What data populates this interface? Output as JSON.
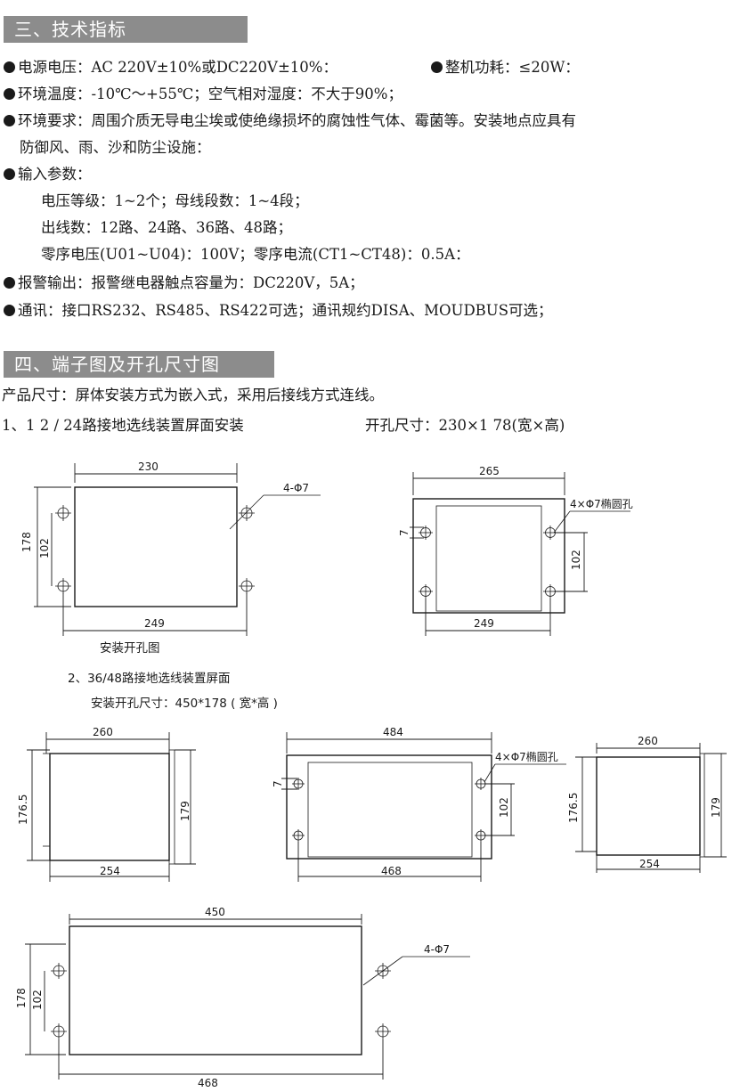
{
  "section3": {
    "title": "三、技术指标",
    "lines": [
      {
        "bullet": true,
        "text": "电源电压：AC 220V±10%或DC220V±10%：",
        "text2": "整机功耗：≤20W："
      },
      {
        "bullet": true,
        "text": "环境温度：-10℃～+55℃；空气相对湿度：不大于90%；"
      },
      {
        "bullet": true,
        "text": "环境要求：周围介质无导电尘埃或使绝缘损坏的腐蚀性气体、霉菌等。安装地点应具有"
      },
      {
        "bullet": false,
        "text": "防御风、雨、沙和防尘设施："
      },
      {
        "bullet": true,
        "text": "输入参数："
      },
      {
        "bullet": false,
        "text": "电压等级：1~2个；母线段数：1~4段；"
      },
      {
        "bullet": false,
        "text": "出线数：12路、24路、36路、48路；"
      },
      {
        "bullet": false,
        "text": "零序电压(U01~U04)：100V；零序电流(CT1~CT48)：0.5A："
      },
      {
        "bullet": true,
        "text": "报警输出：报警继电器触点容量为：DC220V，5A；"
      },
      {
        "bullet": true,
        "text": "通讯：接口RS232、RS485、RS422可选；通讯规约DISA、MOUDBUS可选；"
      }
    ]
  },
  "section4": {
    "title": "四、端子图及开孔尺寸图",
    "intro": "产品尺寸：屏体安装方式为嵌入式，采用后接线方式连线。",
    "item1_left": "1、1 2 / 24路接地选线装置屏面安装",
    "item1_right": "开孔尺寸：230×1 78(宽×高)"
  },
  "captions": {
    "install_hole": "安装开孔图",
    "item2_title": "2、36/48路接地选线装置屏面",
    "item2_size": "安装开孔尺寸：450*178 ( 宽*高 )"
  },
  "dims": {
    "d1_top": "230",
    "d1_bottom": "249",
    "d1_left": "178",
    "d1_inner": "102",
    "d1_hole": "4-Φ7",
    "d2_top": "265",
    "d2_bottom": "249",
    "d2_small": "7",
    "d2_right": "102",
    "d2_hole": "4×Φ7椭圆孔",
    "d3_top": "260",
    "d3_bottom": "254",
    "d3_left": "176.5",
    "d3_right": "179",
    "d4_top": "484",
    "d4_bottom": "468",
    "d4_small": "7",
    "d4_right": "102",
    "d4_hole": "4×Φ7椭圆孔",
    "d5_top": "260",
    "d5_bottom": "254",
    "d5_left": "176.5",
    "d5_right": "179",
    "d6_top": "450",
    "d6_bottom": "468",
    "d6_left": "178",
    "d6_inner": "102",
    "d6_hole": "4-Φ7"
  }
}
